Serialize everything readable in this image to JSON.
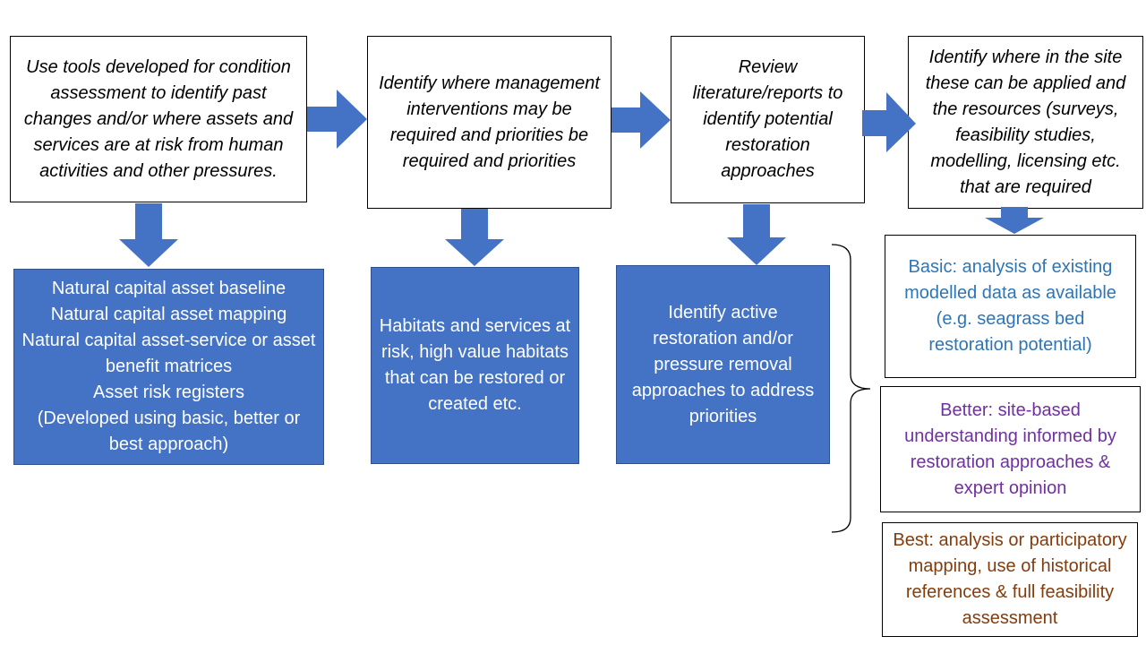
{
  "steps": [
    "Use tools developed for condition assessment to identify past changes and/or where assets and services are at risk from human activities and other pressures.",
    "Identify where management interventions may be required and priorities be required and priorities",
    "Review literature/reports to identify potential restoration approaches",
    "Identify where in the site these can be applied and the resources (surveys, feasibility studies, modelling, licensing etc. that are required"
  ],
  "outputs": {
    "assets": [
      "Natural capital asset baseline",
      "Natural capital asset mapping",
      "Natural capital asset-service or asset benefit matrices",
      "Asset risk registers",
      "(Developed using basic, better or best approach)"
    ],
    "habitats": "Habitats and services at risk, high value habitats that can be restored or created etc.",
    "restoration": "Identify active restoration and/or pressure removal approaches  to address priorities"
  },
  "levels": {
    "basic": "Basic: analysis of existing modelled data as available (e.g. seagrass bed restoration potential)",
    "better": "Better: site-based understanding informed by restoration approaches & expert opinion",
    "best": "Best: analysis or participatory mapping, use of historical references & full feasibility assessment"
  },
  "colors": {
    "arrow": "#4472c4",
    "output_fill": "#4472c4",
    "basic_text": "#2e75b6",
    "better_text": "#7030a0",
    "best_text": "#843c0c"
  }
}
